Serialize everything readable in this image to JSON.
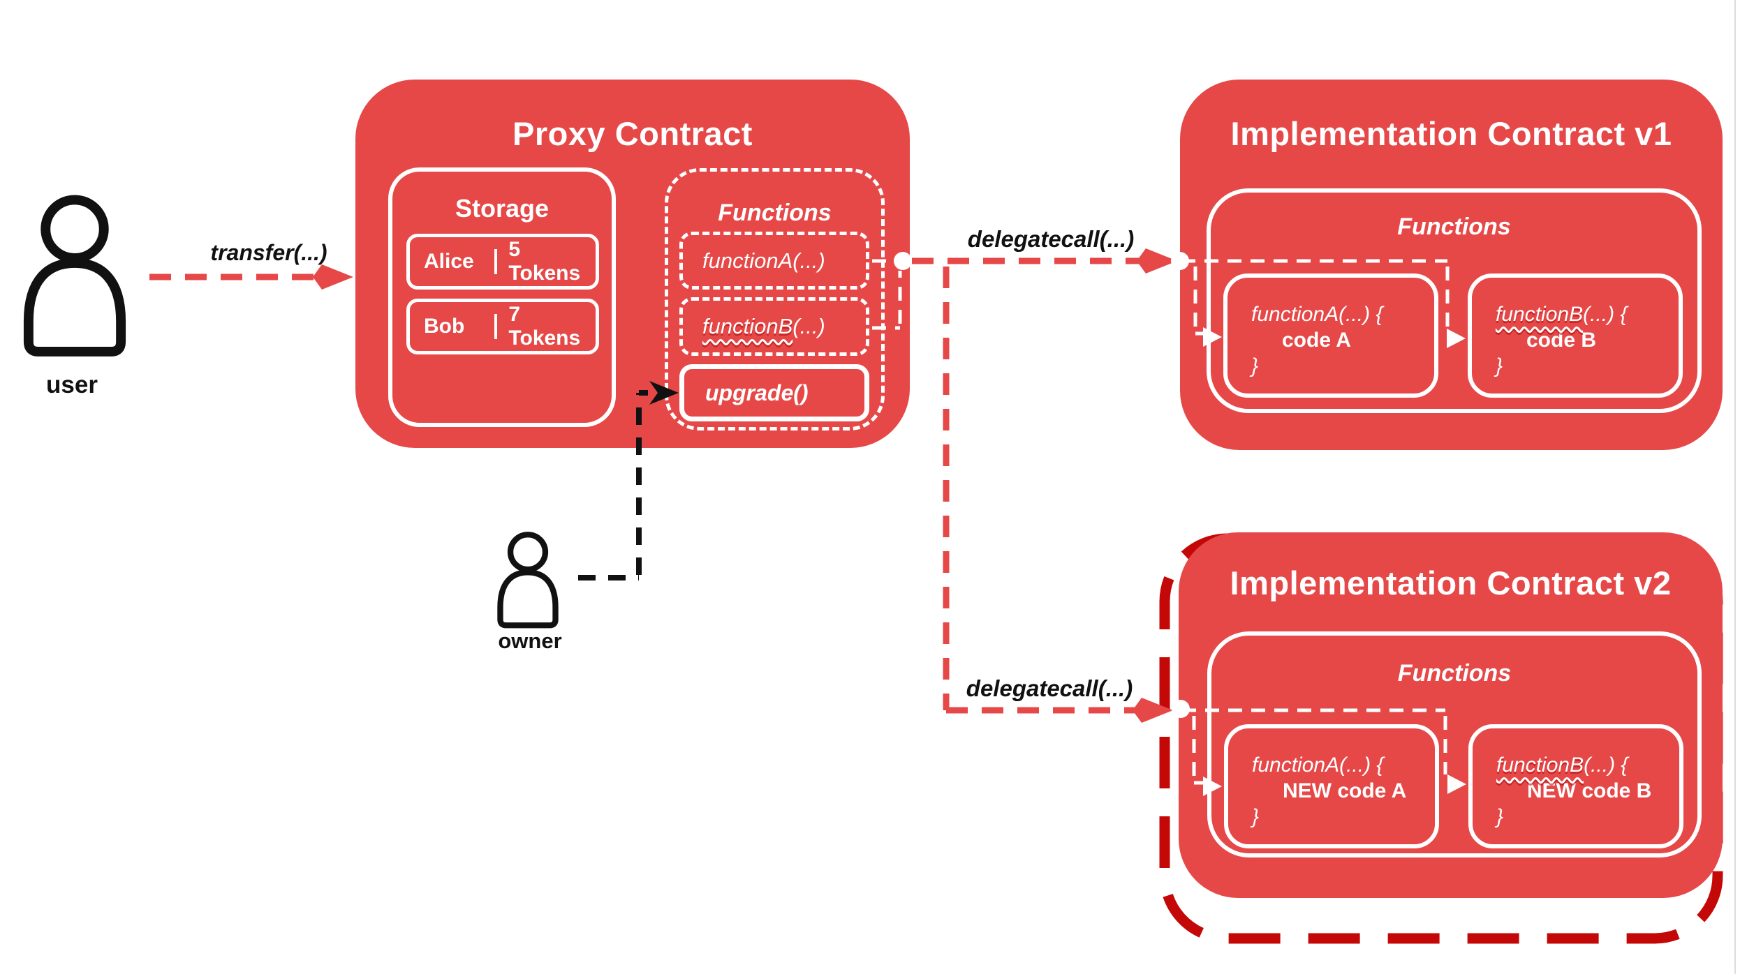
{
  "colors": {
    "box_red": "#e64848",
    "highlight_dark_red": "#c40808",
    "arrow_black": "#111111",
    "white": "#ffffff"
  },
  "actors": {
    "user": {
      "label": "user",
      "icon": "person-icon"
    },
    "owner": {
      "label": "owner",
      "icon": "person-icon"
    }
  },
  "labels": {
    "transfer": "transfer(...)",
    "delegatecall_v1": "delegatecall(...)",
    "delegatecall_v2": "delegatecall(...)"
  },
  "proxy": {
    "title": "Proxy Contract",
    "storage": {
      "title": "Storage",
      "rows": [
        {
          "name": "Alice",
          "value": "5 Tokens"
        },
        {
          "name": "Bob",
          "value": "7 Tokens"
        }
      ]
    },
    "functions": {
      "title": "Functions",
      "function_a": "functionA(...)",
      "function_b": {
        "name": "functionB",
        "rest": "(...)"
      },
      "upgrade": "upgrade()"
    }
  },
  "implementation_v1": {
    "title": "Implementation Contract v1",
    "functions": {
      "title": "Functions",
      "function_a": {
        "signature": "functionA(...) {",
        "body": "code A",
        "close": "}"
      },
      "function_b": {
        "name": "functionB",
        "rest": "(...) {",
        "body": "code B",
        "close": "}"
      }
    }
  },
  "implementation_v2": {
    "title": "Implementation Contract v2",
    "functions": {
      "title": "Functions",
      "function_a": {
        "signature": "functionA(...) {",
        "body": "NEW code A",
        "close": "}"
      },
      "function_b": {
        "name": "functionB",
        "rest": "(...) {",
        "body": "NEW code B",
        "close": "}"
      }
    }
  }
}
